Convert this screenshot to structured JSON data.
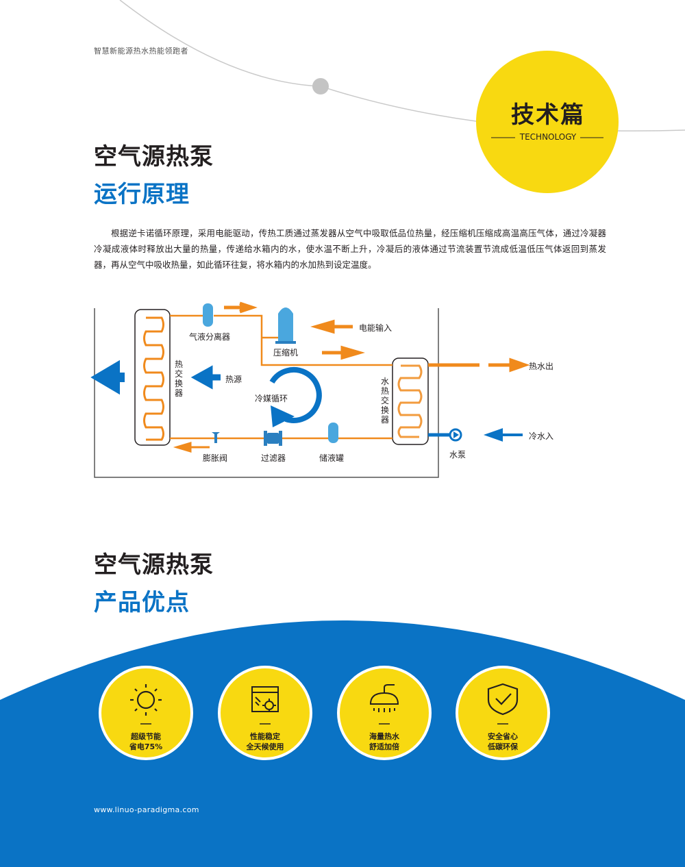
{
  "header": {
    "tagline": "智慧新能源热水热能领跑者",
    "badge_title": "技术篇",
    "badge_subtitle": "TECHNOLOGY"
  },
  "section1": {
    "title_line1": "空气源热泵",
    "title_line2": "运行原理",
    "paragraph": "根据逆卡诺循环原理，采用电能驱动，传热工质通过蒸发器从空气中吸取低品位热量，经压缩机压缩成高温高压气体，通过冷凝器冷凝成液体时释放出大量的热量，传递给水箱内的水，使水温不断上升，冷凝后的液体通过节流装置节流成低温低压气体返回到蒸发器，再从空气中吸收热量，如此循环往复，将水箱内的水加热到设定温度。"
  },
  "diagram": {
    "gas_liquid_separator": "气液分离器",
    "compressor": "压缩机",
    "power_input": "电能输入",
    "heat_exchanger_left": "热交换器",
    "heat_source": "热源",
    "refrigerant_cycle": "冷媒循环",
    "water_heat_exchanger": "水热交换器",
    "hot_water_out": "热水出",
    "cold_water_in": "冷水入",
    "water_pump": "水泵",
    "expansion_valve": "膨胀阀",
    "filter": "过滤器",
    "liquid_tank": "储液罐"
  },
  "section2": {
    "title_line1": "空气源热泵",
    "title_line2": "产品优点"
  },
  "advantages": [
    {
      "icon": "sun-icon",
      "line1": "超级节能",
      "line2": "省电75%"
    },
    {
      "icon": "gear-panel-icon",
      "line1": "性能稳定",
      "line2": "全天候使用"
    },
    {
      "icon": "shower-icon",
      "line1": "海量热水",
      "line2": "舒适加倍"
    },
    {
      "icon": "shield-check-icon",
      "line1": "安全省心",
      "line2": "低碳环保"
    }
  ],
  "footer": {
    "url": "www.linuo-paradigma.com"
  },
  "colors": {
    "accent_blue": "#0a73c5",
    "accent_yellow": "#f8d911",
    "pipe_orange": "#f08a1c",
    "text_dark": "#231f20"
  }
}
